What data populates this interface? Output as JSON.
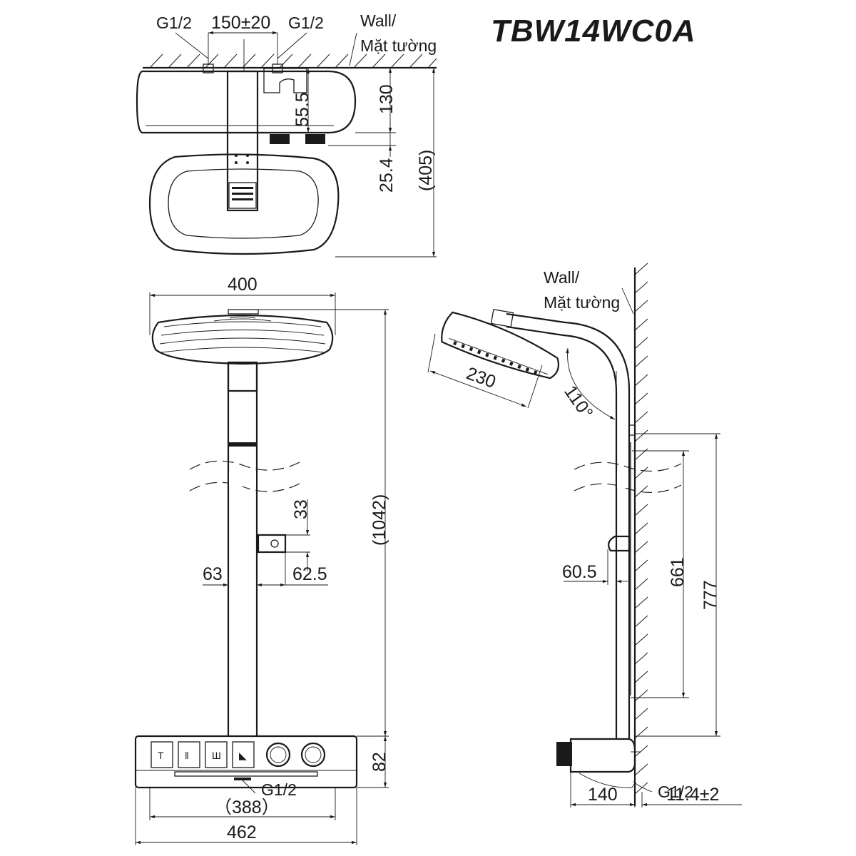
{
  "title": "TBW14WC0A",
  "labels": {
    "wall_top": "Wall/",
    "wall_top_vi": "Mặt tường",
    "wall_side": "Wall/",
    "wall_side_vi": "Mặt tường",
    "inlet_left": "G1/2",
    "inlet_right": "G1/2",
    "inlet_bottom": "G1/2",
    "inlet_side": "G1/2"
  },
  "dims": {
    "inlet_spacing": "150±20",
    "depth_130": "130",
    "depth_55_5": "55.5",
    "depth_25_4": "25.4",
    "total_depth": "(405)",
    "head_width": "400",
    "total_height": "(1042)",
    "holder_33": "33",
    "holder_63": "63",
    "holder_62_5": "62.5",
    "body_82": "82",
    "width_388": "（388）",
    "width_462": "462",
    "head_230": "230",
    "angle_110": "110°",
    "side_60_5": "60.5",
    "side_661": "661",
    "side_777": "777",
    "side_140": "140",
    "side_11_4": "11.4±2"
  }
}
